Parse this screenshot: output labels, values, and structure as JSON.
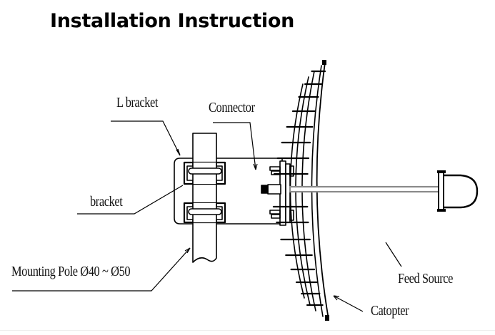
{
  "title": "Installation Instruction",
  "diagram": {
    "labels": {
      "l_bracket": "L bracket",
      "connector": "Connector",
      "bracket": "bracket",
      "mounting_pole": "Mounting Pole Ø40 ~ Ø50",
      "feed_source": "Feed Source",
      "catopter": "Catopter"
    },
    "components": [
      "mounting-pole",
      "l-bracket",
      "u-bolt-brackets",
      "connector",
      "flange-bolts",
      "catopter-grid-dish",
      "feed-rod",
      "feed-source-horn"
    ],
    "colors": {
      "line": "#000000",
      "feed_rod": "#8a8a8a",
      "background": "#ffffff"
    }
  }
}
